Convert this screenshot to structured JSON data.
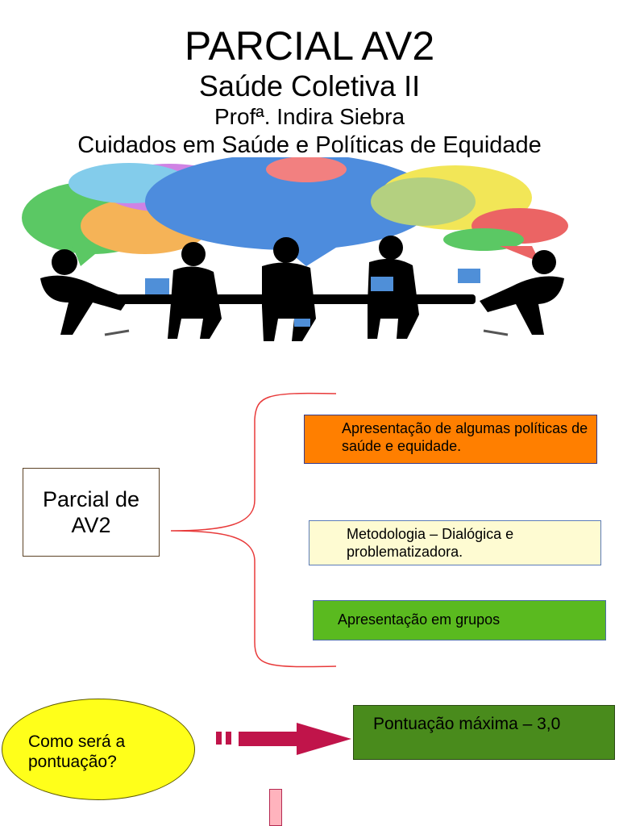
{
  "header": {
    "title": "PARCIAL AV2",
    "subtitle": "Saúde Coletiva II",
    "teacher": "Profª. Indira Siebra",
    "topic": "Cuidados em Saúde e Políticas de Equidade"
  },
  "illustration": {
    "icon": "meeting-speech-bubbles-illustration",
    "bubble_colors": [
      "#3fbf4a",
      "#4a8fe0",
      "#c76ee0",
      "#f0e23a",
      "#f06a6a",
      "#e85a3a",
      "#2f78d8",
      "#8fd07a"
    ]
  },
  "diagram": {
    "root_label": "Parcial de AV2",
    "items": [
      {
        "text": "Apresentação de algumas políticas de saúde e equidade.",
        "color": "#ff7f00"
      },
      {
        "text": "Metodologia – Dialógica e problematizadora.",
        "color": "#fefbd2"
      },
      {
        "text": "Apresentação em grupos",
        "color": "#5aba1f"
      }
    ],
    "brace_color": "#e83a3a"
  },
  "scoring": {
    "question": "Como será a pontuação?",
    "answer": "Pontuação máxima – 3,0",
    "arrow_color": "#c0144a"
  }
}
